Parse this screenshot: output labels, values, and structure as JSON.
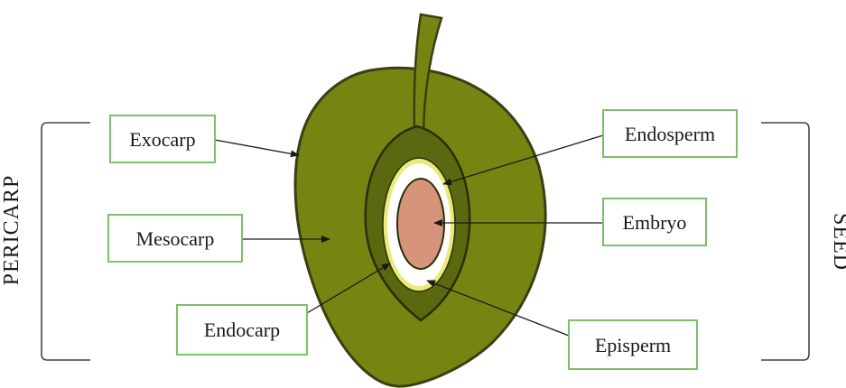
{
  "colors": {
    "exocarp_outline": "#3a3f10",
    "mesocarp": "#788412",
    "endocarp": "#5a6810",
    "endosperm": "#ffffff",
    "episperm_ring": "#e9ea7a",
    "embryo": "#d6947a",
    "label_border": "#7cc16a"
  },
  "side_labels": {
    "left": "PERICARP",
    "right": "SEED"
  },
  "labels": {
    "exocarp": "Exocarp",
    "mesocarp": "Mesocarp",
    "endocarp": "Endocarp",
    "endosperm": "Endosperm",
    "embryo": "Embryo",
    "episperm": "Episperm"
  }
}
